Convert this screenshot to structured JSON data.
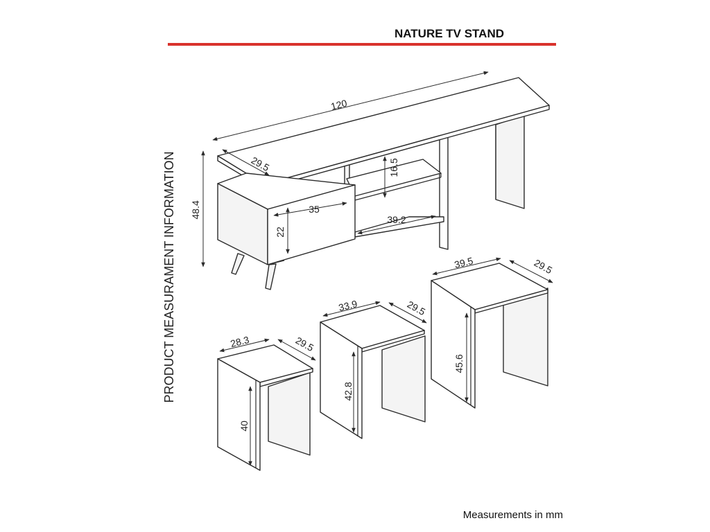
{
  "title": "NATURE TV STAND",
  "side_caption": "PRODUCT MEASURAMENT INFORMATION",
  "footer": "Measurements in mm",
  "colors": {
    "accent_rule": "#d9322c",
    "ink": "#2b2b2b"
  },
  "tv_stand": {
    "width": "120",
    "depth": "29.5",
    "height": "48.4",
    "shelf_gap": "16.5",
    "drawer_width": "35",
    "drawer_height": "22",
    "shelf_width": "39.2"
  },
  "tables": {
    "small": {
      "width": "28.3",
      "depth": "29.5",
      "height": "40"
    },
    "medium": {
      "width": "33.9",
      "depth": "29.5",
      "height": "42.8"
    },
    "large": {
      "width": "39.5",
      "depth": "29.5",
      "height": "45.6"
    }
  }
}
